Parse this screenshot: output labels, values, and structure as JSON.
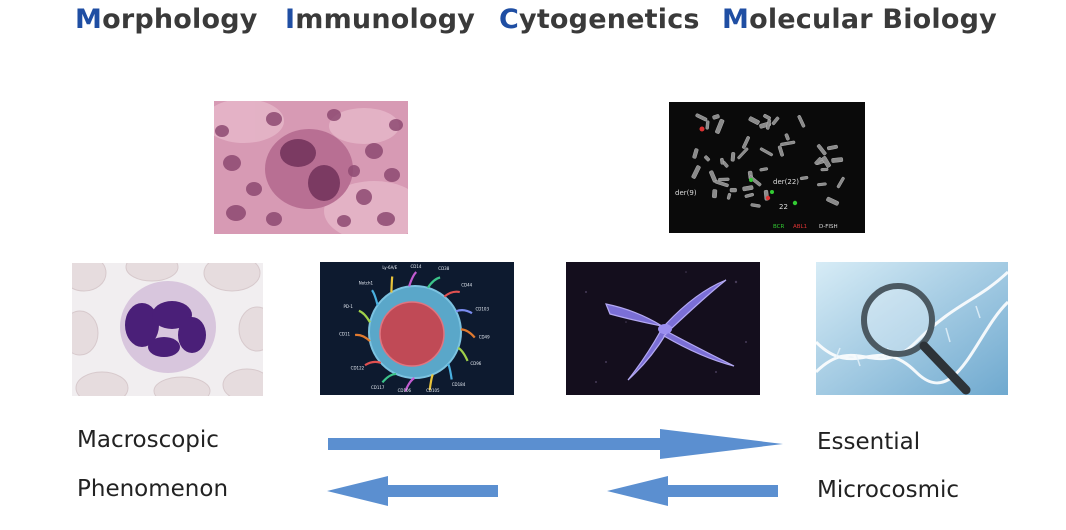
{
  "titles": [
    {
      "initial": "M",
      "rest": "orphology"
    },
    {
      "initial": "I",
      "rest": "mmunology"
    },
    {
      "initial": "C",
      "rest": "ytogenetics"
    },
    {
      "initial": "M",
      "rest": "olecular Biology"
    }
  ],
  "fish_labels": {
    "der9": "der(9)",
    "der22": "der(22)",
    "c22": "22",
    "probe_a": "BCR",
    "probe_b": "ABL1",
    "probe_c": "D-FISH"
  },
  "immuno_markers": [
    "CD11",
    "PD-1",
    "Notch1",
    "Ly-6A/E",
    "CD14",
    "CD38",
    "CD44",
    "CD103",
    "CD49",
    "CD96",
    "CD184",
    "CD105",
    "CD106",
    "CD117",
    "CD122"
  ],
  "labels": {
    "macroscopic": "Macroscopic",
    "phenomenon": "Phenomenon",
    "essential": "Essential",
    "microcosmic": "Microcosmic"
  },
  "colors": {
    "accent": "#1f4ea3",
    "arrow": "#5b8fd0",
    "text": "#222222"
  }
}
